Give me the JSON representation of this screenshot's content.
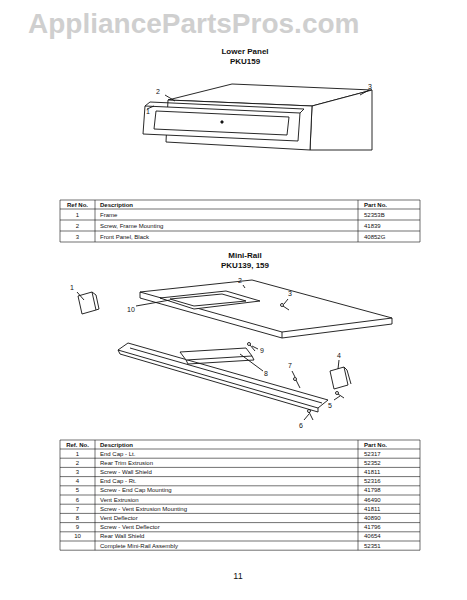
{
  "diagram": {
    "labels": [
      "AppliancePartsPros.com",
      "Lower Panel",
      "PKU159",
      "1",
      "2",
      "3",
      "Ref No.",
      "Description",
      "Part No.",
      "1",
      "Frame",
      "52353B",
      "2",
      "Screw, Frame Mounting",
      "41839",
      "3",
      "Front Panel, Black",
      "40852G",
      "Mini-Rail",
      "PKU139, 159",
      "1",
      "2",
      "3",
      "4",
      "5",
      "6",
      "7",
      "8",
      "9",
      "10",
      "Ref. No.",
      "Description",
      "Part No.",
      "1",
      "End Cap - Lt.",
      "52317",
      "2",
      "Rear Trim Extrusion",
      "52352",
      "3",
      "Screw - Wall Shield",
      "41811",
      "4",
      "End Cap - Rt.",
      "52316",
      "5",
      "Screw - End Cap Mounting",
      "41798",
      "6",
      "Vent Extrusion",
      "46490",
      "7",
      "Screw - Vent Extrusion Mounting",
      "41811",
      "8",
      "Vent Deflector",
      "40890",
      "9",
      "Screw - Vent Deflector",
      "41796",
      "10",
      "Rear Wall Shield",
      "40654",
      "Complete Mini-Rail Assembly",
      "52351",
      "11"
    ]
  }
}
